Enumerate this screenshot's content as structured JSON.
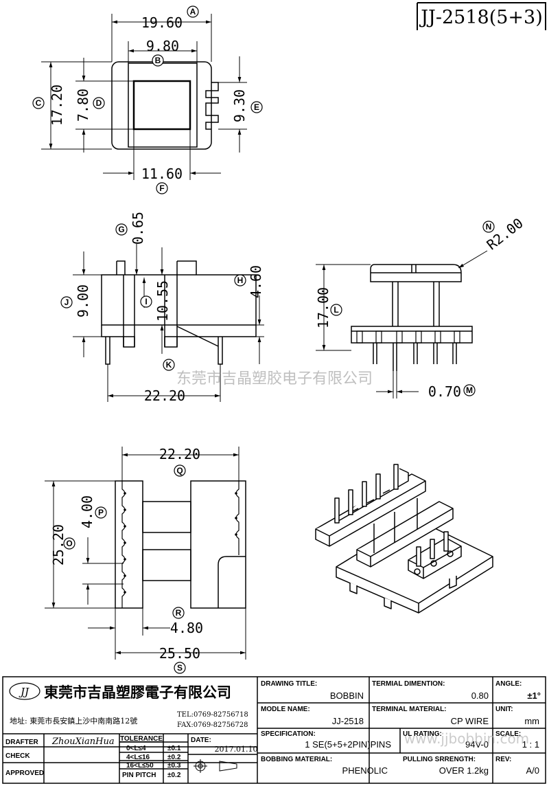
{
  "part_number": "JJ-2518(5+3)",
  "watermark": "东莞市吉晶塑胶电子有限公司",
  "dimensions": {
    "A": "19.60",
    "B": "9.80",
    "C": "17.20",
    "D": "7.80",
    "E": "9.30",
    "F": "11.60",
    "G": "0.65",
    "H": "4.60",
    "I": "10.55",
    "J": "9.00",
    "K": "22.20",
    "L": "17.00",
    "M": "0.70",
    "N": "R2.00",
    "O": "25.20",
    "P": "4.00",
    "Q": "22.20",
    "R": "4.80",
    "S": "25.50"
  },
  "markers": [
    "A",
    "B",
    "C",
    "D",
    "E",
    "F",
    "G",
    "H",
    "I",
    "J",
    "K",
    "L",
    "M",
    "N",
    "O",
    "P",
    "Q",
    "R",
    "S"
  ],
  "title_block": {
    "logo": "JJ",
    "company": "東莞市吉晶塑膠電子有限公司",
    "address": "地址: 東莞市長安鎮上沙中南南路12號",
    "tel": "TEL:0769-82756718",
    "fax": "FAX:0769-82756728",
    "drawing_title_label": "DRAWING TITLE:",
    "drawing_title": "BOBBIN",
    "terminal_dimension_label": "TERMIAL DIMENTION:",
    "terminal_dimension": "0.80",
    "angle_label": "ANGLE:",
    "angle": "±1°",
    "model_name_label": "MODLE NAME:",
    "model_name": "JJ-2518",
    "terminal_material_label": "TERMINAL MATERIAL:",
    "terminal_material": "CP  WIRE",
    "unit_label": "UNIT:",
    "unit": "mm",
    "specification_label": "SPECIFICATION:",
    "specification": "1  SE(5+5+2PIN)PINS",
    "ul_rating_label": "UL RATING:",
    "ul_rating": "94V-0",
    "scale_label": "SCALE:",
    "scale": "1 : 1",
    "bobbin_material_label": "BOBBING MATERIAL:",
    "bobbin_material": "PHENOLIC",
    "pulling_strength_label": "PULLING SRRENGTH:",
    "pulling_strength": "OVER  1.2kg",
    "rev_label": "REV:",
    "rev": "A/0",
    "drafter_label": "DRAFTER",
    "drafter": "ZhouXianHua",
    "check_label": "CHECK",
    "approved_label": "APPROVED",
    "tolerance_label": "TOLERANCE",
    "tolerance": [
      {
        "range": "0<L≤4",
        "value": "±0.1"
      },
      {
        "range": "4<L≤16",
        "value": "±0.2"
      },
      {
        "range": "16<L≤50",
        "value": "±0.3"
      },
      {
        "range": "PIN PITCH",
        "value": "±0.2"
      }
    ],
    "date_label": "DATE:",
    "date": "2017.01.10",
    "website": "www.jjbobbin.com"
  }
}
